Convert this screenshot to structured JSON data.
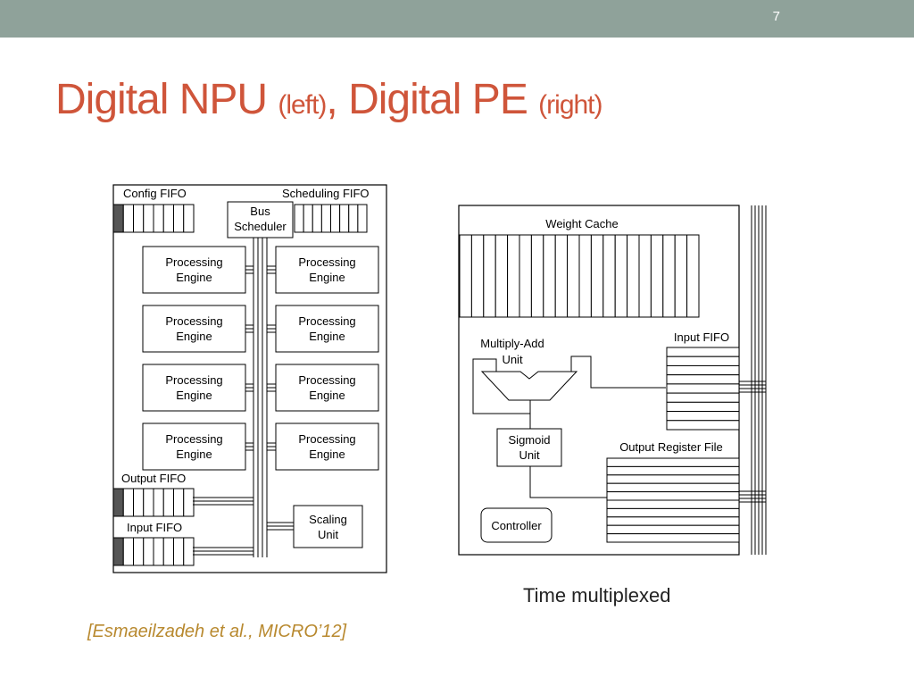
{
  "header": {
    "slide_number": "7"
  },
  "title": {
    "part1": "Digital NPU ",
    "part1_small": "(left)",
    "separator": ", ",
    "part2": "Digital PE ",
    "part2_small": "(right)"
  },
  "npu": {
    "config_fifo": "Config FIFO",
    "scheduling_fifo": "Scheduling FIFO",
    "bus_scheduler": [
      "Bus",
      "Scheduler"
    ],
    "processing_engine": [
      "Processing",
      "Engine"
    ],
    "output_fifo": "Output FIFO",
    "input_fifo": "Input FIFO",
    "scaling_unit": [
      "Scaling",
      "Unit"
    ]
  },
  "pe": {
    "weight_cache": "Weight Cache",
    "multiply_add": [
      "Multiply-Add",
      "Unit"
    ],
    "input_fifo": "Input FIFO",
    "sigmoid": [
      "Sigmoid",
      "Unit"
    ],
    "output_register_file": "Output Register File",
    "controller": "Controller"
  },
  "caption": "Time multiplexed",
  "citation": "[Esmaeilzadeh et al., MICRO’12]",
  "colors": {
    "top_bar": "#8fa29a",
    "title": "#cf553a",
    "citation": "#b8892f"
  }
}
